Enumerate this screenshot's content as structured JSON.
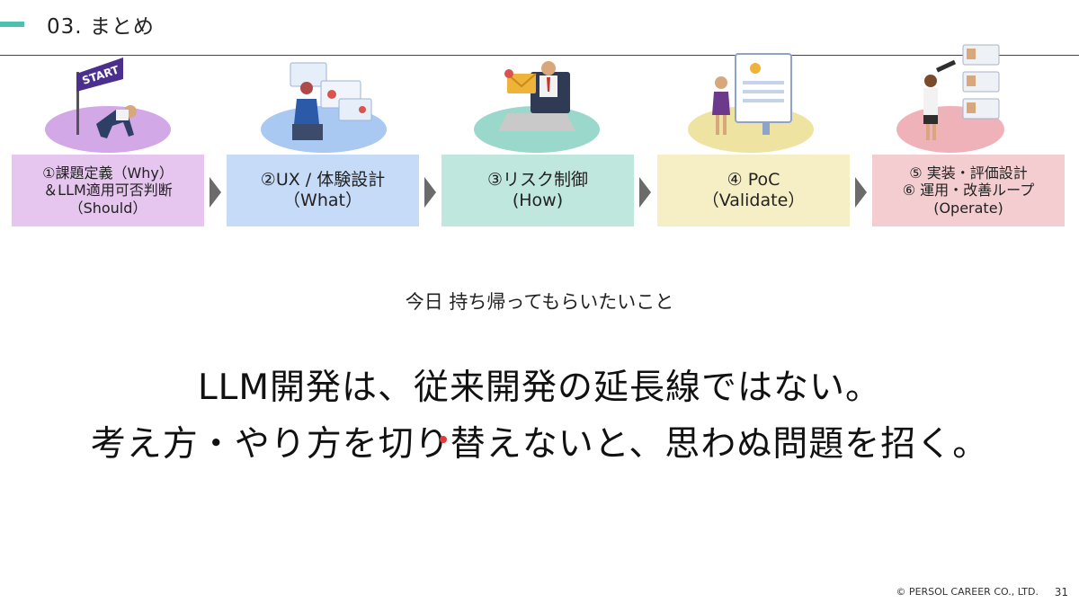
{
  "header": {
    "title": "03. まとめ"
  },
  "steps": [
    {
      "lines": [
        "①課題定義（Why）",
        "＆LLM適用可否判断",
        "（Should）"
      ],
      "color": "#e6c6ef",
      "disc": "#d3a8e7",
      "illustration": "start-line-runner",
      "badge": "START"
    },
    {
      "lines": [
        "②UX / 体験設計",
        "（What）"
      ],
      "color": "#c6dbf7",
      "disc": "#a9c8f2",
      "illustration": "designer-screens"
    },
    {
      "lines": [
        "③リスク制御",
        "(How)"
      ],
      "color": "#bfe7de",
      "disc": "#99d8ca",
      "illustration": "laptop-mail-warning"
    },
    {
      "lines": [
        "④ PoC",
        "（Validate）"
      ],
      "color": "#f6efc6",
      "disc": "#efe3a1",
      "illustration": "person-monitor-checklist"
    },
    {
      "lines": [
        "⑤ 実装・評価設計",
        "⑥ 運用・改善ループ",
        "(Operate)"
      ],
      "color": "#f4cdd0",
      "disc": "#efb2b8",
      "illustration": "person-telescope-profiles"
    }
  ],
  "subtitle": "今日 持ち帰ってもらいたいこと",
  "message": {
    "line1": "LLM開発は、従来開発の延長線ではない。",
    "line2": "考え方・やり方を切り替えないと、思わぬ問題を招く。"
  },
  "footer": {
    "copyright": "© PERSOL CAREER CO., LTD.",
    "page": "31"
  }
}
